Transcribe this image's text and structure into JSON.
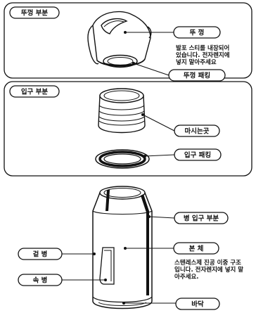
{
  "sections": {
    "lid": {
      "title": "뚜껑 부분",
      "parts": {
        "lid": "뚜 껑",
        "lid_note": [
          "발포 스티롤 내장되어",
          "있습니다. 전자렌지에",
          "넣지 말아주세요"
        ],
        "lid_gasket": "뚜껑 패킹"
      }
    },
    "mouth": {
      "title": "입구 부분",
      "parts": {
        "drinking_spout": "마시는곳",
        "mouth_gasket": "입구 패킹"
      }
    },
    "body": {
      "parts": {
        "bottle_mouth": "병 입구 부분",
        "main_body": "본 체",
        "body_note": [
          "스텐레스제 진공 이중 구조",
          "입니다. 전자렌지에 넣지 말",
          "아주세요."
        ],
        "outer_bottle": "겉 병",
        "inner_bottle": "속 병",
        "bottom": "바닥"
      }
    }
  }
}
